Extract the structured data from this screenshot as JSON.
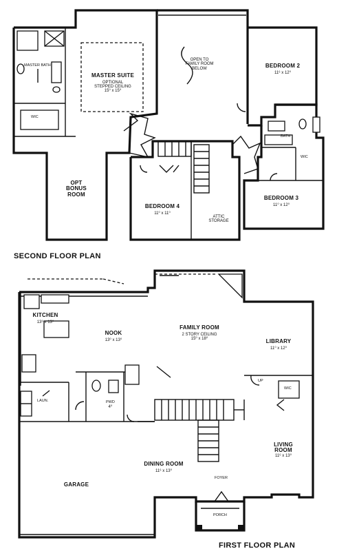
{
  "plans": {
    "second_floor": {
      "title": "SECOND FLOOR PLAN",
      "rooms": {
        "master_bath": {
          "name": "MASTER BATH"
        },
        "wic_master": {
          "name": "WIC"
        },
        "master_suite": {
          "name": "MASTER SUITE",
          "note1": "OPTIONAL",
          "note2": "STEPPED CEILING",
          "dims": "15⁰ x 15⁰"
        },
        "open_to_family": {
          "line1": "OPEN TO",
          "line2": "FAMILY ROOM",
          "line3": "BELOW"
        },
        "bedroom2": {
          "name": "BEDROOM 2",
          "dims": "11⁶ x 12⁰"
        },
        "bath": {
          "name": "BATH"
        },
        "wic_bed3": {
          "name": "WIC"
        },
        "opt_bonus": {
          "line1": "OPT",
          "line2": "BONUS",
          "line3": "ROOM"
        },
        "bedroom4": {
          "name": "BEDROOM 4",
          "dims": "11⁰ x 11⁰"
        },
        "bedroom3": {
          "name": "BEDROOM 3",
          "dims": "11⁰ x 12⁰"
        },
        "attic": {
          "line1": "ATTIC",
          "line2": "STORAGE"
        }
      }
    },
    "first_floor": {
      "title": "FIRST FLOOR PLAN",
      "rooms": {
        "kitchen": {
          "name": "KITCHEN",
          "dims": "13⁶ x 13⁰"
        },
        "nook": {
          "name": "NOOK",
          "dims": "13⁰ x 13⁰"
        },
        "family_room": {
          "name": "FAMILY ROOM",
          "note": "2 STORY CEILING",
          "dims": "15⁰ x 18⁰"
        },
        "library": {
          "name": "LIBRARY",
          "dims": "11⁰ x 12⁰"
        },
        "laun": {
          "name": "LAUN."
        },
        "pwdr": {
          "name": "PWD",
          "dims": "4⁰"
        },
        "wic": {
          "name": "WIC"
        },
        "living_room": {
          "name": "LIVING",
          "name2": "ROOM",
          "dims": "11⁶ x 13⁰"
        },
        "dining_room": {
          "name": "DINING ROOM",
          "dims": "11⁶ x 13⁰"
        },
        "garage": {
          "name": "GARAGE"
        },
        "foyer": {
          "name": "FOYER"
        },
        "porch": {
          "name": "PORCH"
        },
        "up": {
          "name": "UP"
        }
      }
    }
  }
}
